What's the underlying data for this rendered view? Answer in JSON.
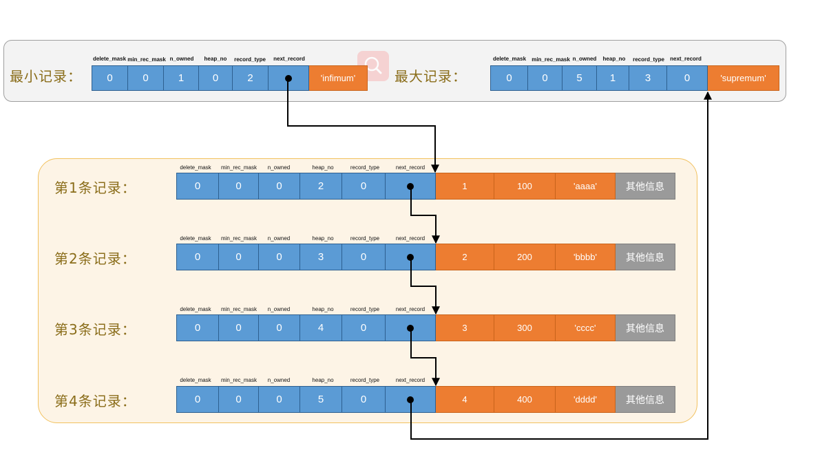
{
  "field_headers": [
    "delete_mask",
    "min_rec_mask",
    "n_owned",
    "heap_no",
    "record_type",
    "next_record"
  ],
  "other_info": "其他信息",
  "infimum": {
    "label": "最小记录：",
    "values": [
      "0",
      "0",
      "1",
      "0",
      "2"
    ],
    "name": "'infimum'"
  },
  "supremum": {
    "label": "最大记录：",
    "values": [
      "0",
      "0",
      "5",
      "1",
      "3",
      "0"
    ],
    "name": "'supremum'"
  },
  "records": [
    {
      "label": "第1条记录：",
      "header": [
        "0",
        "0",
        "0",
        "2",
        "0"
      ],
      "data": [
        "1",
        "100",
        "'aaaa'"
      ]
    },
    {
      "label": "第2条记录：",
      "header": [
        "0",
        "0",
        "0",
        "3",
        "0"
      ],
      "data": [
        "2",
        "200",
        "'bbbb'"
      ]
    },
    {
      "label": "第3条记录：",
      "header": [
        "0",
        "0",
        "0",
        "4",
        "0"
      ],
      "data": [
        "3",
        "300",
        "'cccc'"
      ]
    },
    {
      "label": "第4条记录：",
      "header": [
        "0",
        "0",
        "0",
        "5",
        "0"
      ],
      "data": [
        "4",
        "400",
        "'dddd'"
      ]
    }
  ]
}
